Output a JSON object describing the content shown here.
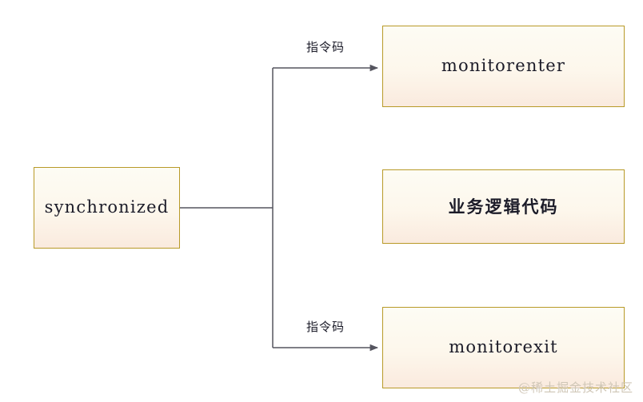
{
  "diagram": {
    "title": "synchronized bytecode instruction diagram",
    "colors": {
      "node_border": "#b89a28",
      "node_fill_top": "#fdfcf4",
      "node_fill_bottom": "#faeade",
      "connector": "#55555f",
      "text": "#1b1b28",
      "watermark": "#cfc6b6",
      "background": "#ffffff"
    },
    "nodes": [
      {
        "id": "synchronized",
        "label": "synchronized"
      },
      {
        "id": "monitorenter",
        "label": "monitorenter"
      },
      {
        "id": "business",
        "label": "业务逻辑代码"
      },
      {
        "id": "monitorexit",
        "label": "monitorexit"
      }
    ],
    "edges": [
      {
        "id": "edge-top",
        "from": "synchronized",
        "to": "monitorenter",
        "label": "指令码"
      },
      {
        "id": "edge-bottom",
        "from": "synchronized",
        "to": "monitorexit",
        "label": "指令码"
      }
    ]
  },
  "watermark": {
    "text": "@稀土掘金技术社区"
  }
}
